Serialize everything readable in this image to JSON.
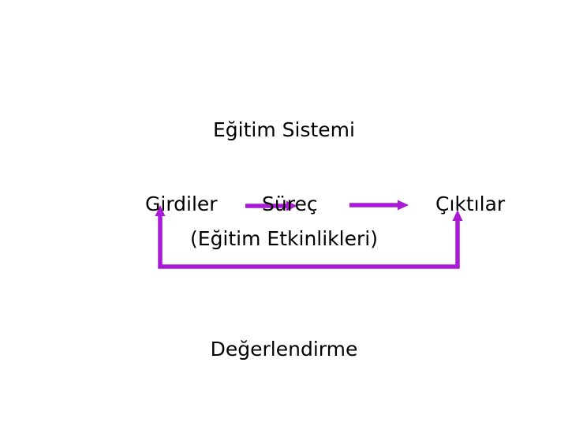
{
  "diagram": {
    "title": "Eğitim Sistemi",
    "background_color": "#FFFFFF",
    "text_color": "#000000",
    "accent_color": "#A81AD4",
    "nodes": {
      "inputs": "Girdiler",
      "process": "Süreç",
      "process_detail": "(Eğitim Etkinlikleri)",
      "outputs": "Çıktılar",
      "evaluation": "Değerlendirme"
    },
    "connectors": [
      {
        "name": "inputs-to-process-arrow",
        "kind": "arrow",
        "direction": "right",
        "from": "Girdiler",
        "to": "Süreç"
      },
      {
        "name": "process-to-outputs-arrow",
        "kind": "arrow",
        "direction": "right",
        "from": "Süreç",
        "to": "Çıktılar"
      },
      {
        "name": "feedback-loop",
        "kind": "bracket-arrow",
        "direction": "up-both-ends",
        "from": "Çıktılar",
        "to": "Girdiler"
      }
    ]
  }
}
